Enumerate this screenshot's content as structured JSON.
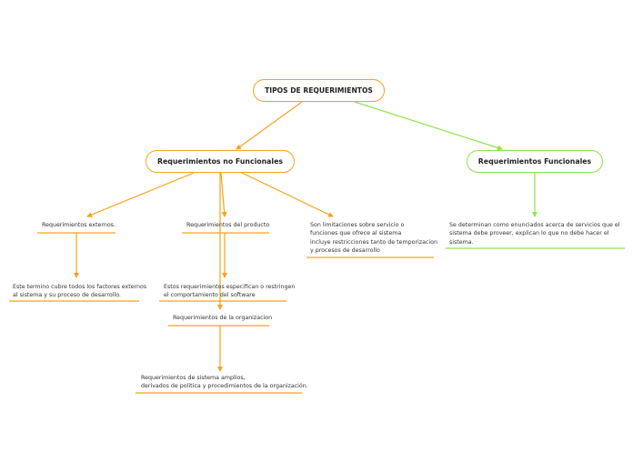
{
  "colors": {
    "orange": "#f7a21b",
    "green": "#8ee34a"
  },
  "root": {
    "title": "TIPOS DE REQUERIMIENTOS"
  },
  "non_functional": {
    "title": "Requerimientos no Funcionales",
    "external": {
      "label": "Requerimientos externos.",
      "description": [
        "Este termino cubre todos los factores externos",
        "al sistema y su proceso de desarrollo."
      ]
    },
    "product": {
      "label": "Requerimientos del producto",
      "description": [
        "Estos requerimientos especifican o restringen",
        "el comportamiento del software"
      ]
    },
    "limitations": {
      "lines": [
        "Son limitaciones  sobre servicio o",
        "funciones que ofrece al sistema",
        "incluye restricciones tanto de temporizacion",
        "y procesos de desarrollo"
      ]
    },
    "organization": {
      "label": "Requerimientos de la organizacion"
    },
    "system": {
      "lines": [
        "Requerimientos de sistema amplios,",
        "derivados de politica y procedimientos de la organización."
      ]
    }
  },
  "functional": {
    "title": "Requerimientos Funcionales",
    "description": [
      "Se determinan como enunciados acerca de servicios que el",
      "sistema debe proveer, explican lo que  no debe hacer el",
      "sistema."
    ]
  }
}
